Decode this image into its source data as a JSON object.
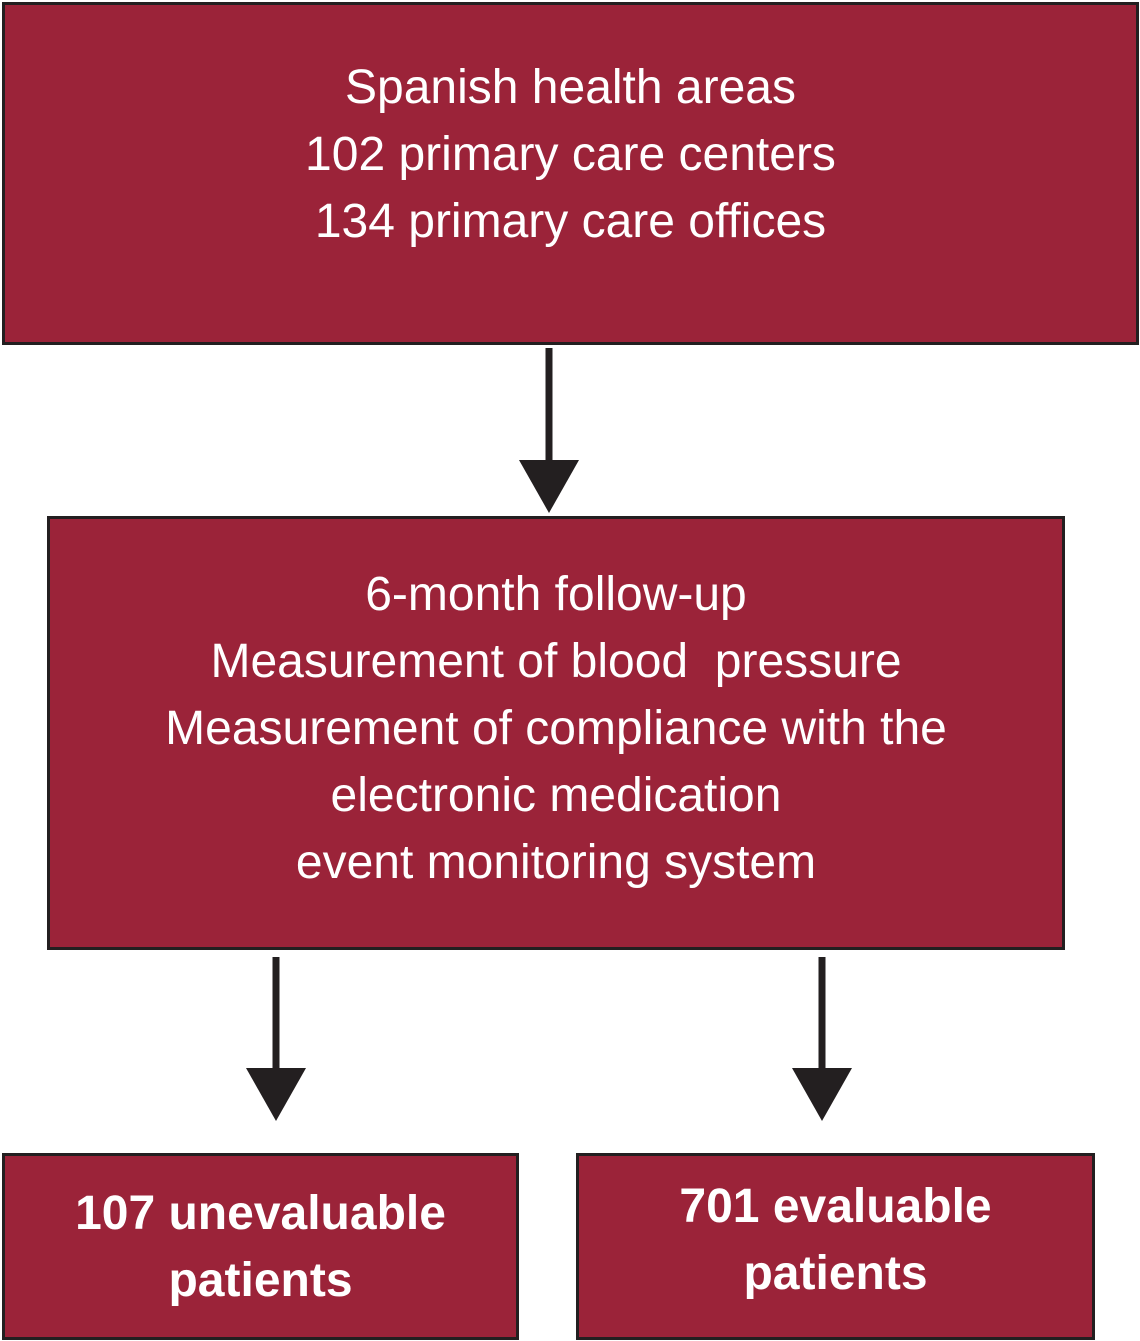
{
  "boxes": {
    "top": {
      "lines": [
        "Spanish health areas",
        "102 primary care centers",
        "134 primary care offices"
      ]
    },
    "middle": {
      "lines": [
        "6-month follow-up",
        "Measurement of blood  pressure",
        "Measurement of compliance with the",
        "electronic medication",
        "event monitoring system"
      ]
    },
    "left": {
      "lines": [
        "107 unevaluable",
        "patients"
      ]
    },
    "right": {
      "lines": [
        "701 evaluable",
        "patients"
      ]
    }
  },
  "colors": {
    "box_fill": "#9b2339",
    "box_border": "#231f20",
    "text": "#ffffff",
    "arrow": "#231f20"
  }
}
